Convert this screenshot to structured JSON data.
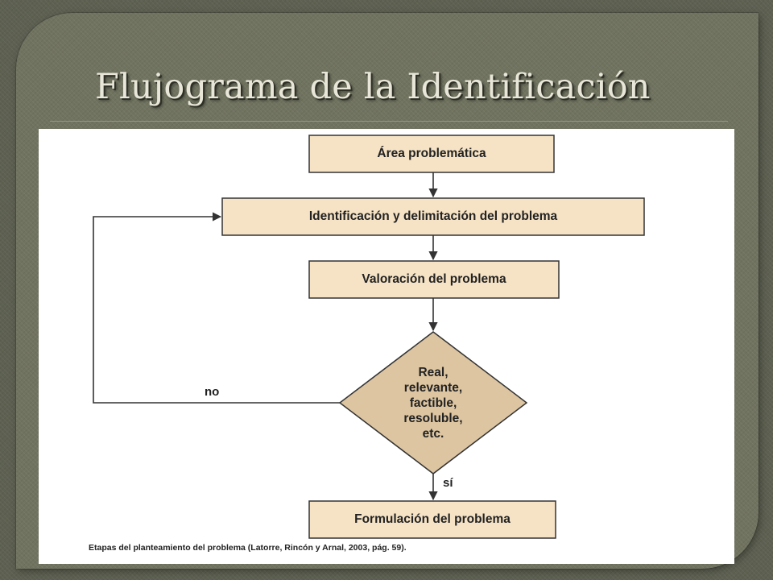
{
  "slide": {
    "title": "Flujograma de la Identificación"
  },
  "diagram": {
    "nodes": [
      {
        "id": "area",
        "label": "Área problemática",
        "shape": "rect"
      },
      {
        "id": "identificacion",
        "label": "Identificación y delimitación del problema",
        "shape": "rect"
      },
      {
        "id": "valoracion",
        "label": "Valoración del problema",
        "shape": "rect"
      },
      {
        "id": "decision",
        "label": "Real,\nrelevante,\nfactible,\nresoluble,\netc.",
        "shape": "diamond"
      },
      {
        "id": "formulacion",
        "label": "Formulación del problema",
        "shape": "rect"
      }
    ],
    "edges": [
      {
        "from": "area",
        "to": "identificacion",
        "label": ""
      },
      {
        "from": "identificacion",
        "to": "valoracion",
        "label": ""
      },
      {
        "from": "valoracion",
        "to": "decision",
        "label": ""
      },
      {
        "from": "decision",
        "to": "identificacion",
        "label": "no"
      },
      {
        "from": "decision",
        "to": "formulacion",
        "label": "sí"
      }
    ],
    "caption": "Etapas del planteamiento del problema (Latorre, Rincón y Arnal, 2003, pág. 59).",
    "colors": {
      "box_fill": "#f6e3c5",
      "diamond_fill": "#ddc5a1",
      "stroke": "#333333",
      "arrow": "#333333"
    }
  }
}
